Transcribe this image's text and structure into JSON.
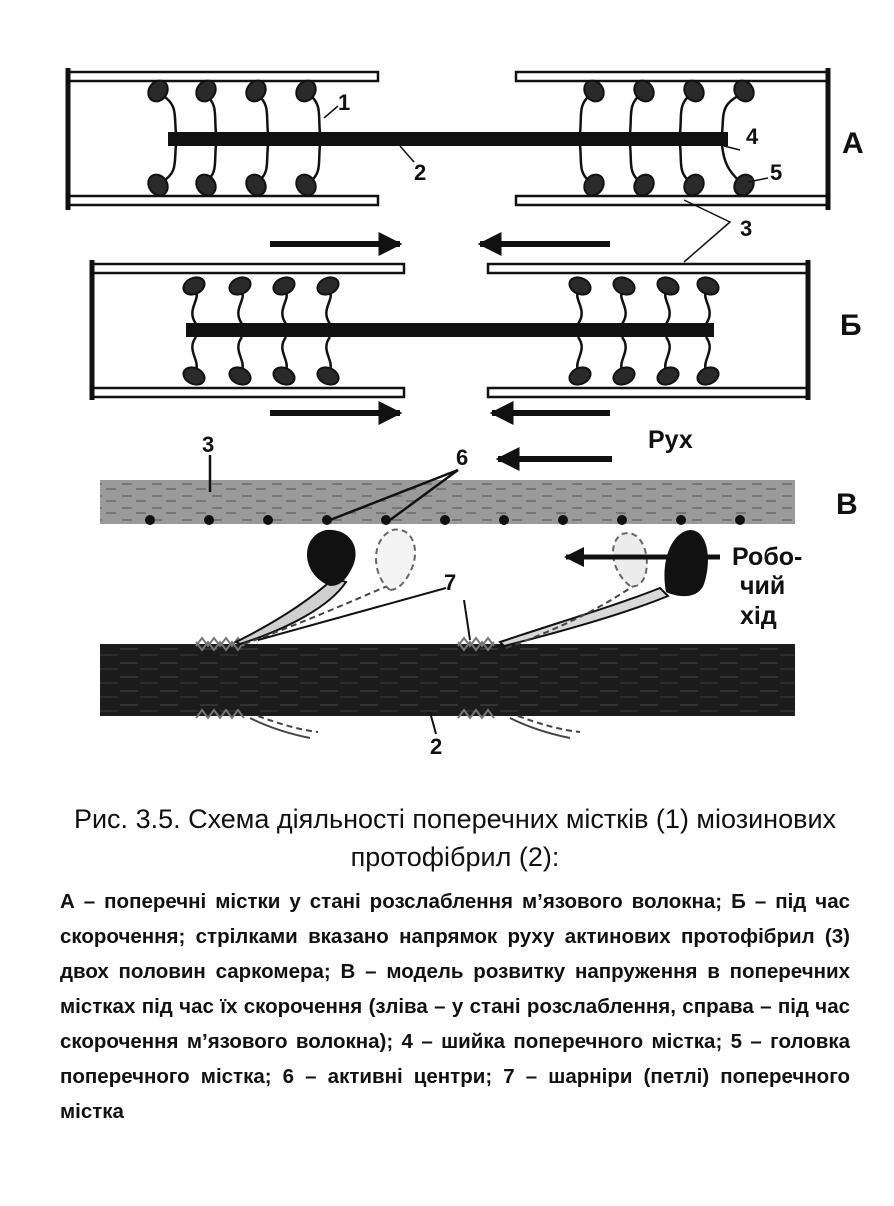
{
  "figure": {
    "panels": {
      "a": "А",
      "b": "Б",
      "c": "В"
    },
    "numbers": {
      "n1": "1",
      "n2a": "2",
      "n3a": "3",
      "n4": "4",
      "n5": "5",
      "n3c": "3",
      "n6": "6",
      "n7": "7",
      "n2c": "2"
    },
    "words": {
      "movement": "Рух",
      "power_stroke_l1": "Робо-",
      "power_stroke_l2": "чий",
      "power_stroke_l3": "хід"
    }
  },
  "caption": {
    "title": "Рис. 3.5. Схема діяльності поперечних містків (1) міозинових протофібрил (2):",
    "body": "А – поперечні містки у стані розслаблення м’язового волокна; Б – під час скорочення; стрілками вказано напрямок руху актинових протофібрил (3) двох половин саркомера; В – модель розвитку напруження в поперечних містках під час їх скорочення (зліва – у стані розслаблення, справа – під час скорочення м’язового волокна); 4 – шийка поперечного містка; 5 – головка поперечного містка; 6 – активні центри; 7 – шарніри (петлі) поперечного містка"
  }
}
